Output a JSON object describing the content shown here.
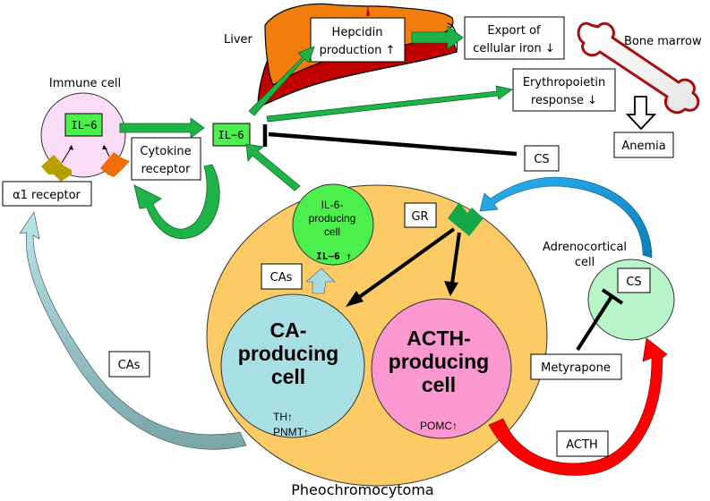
{
  "labels": {
    "liver": "Liver",
    "immune_cell": "Immune cell",
    "bone_marrow": "Bone marrow",
    "adrenocortical_cell_line1": "Adrenocortical",
    "adrenocortical_cell_line2": "cell",
    "pheochromocytoma": "Pheochromocytoma"
  },
  "boxes": {
    "hepcidin_line1": "Hepcidin",
    "hepcidin_line2": "production ↑",
    "export_line1": "Export of",
    "export_line2": "cellular iron ↓",
    "erythropoietin_line1": "Erythropoietin",
    "erythropoietin_line2": "response ↓",
    "anemia": "Anemia",
    "cs_top": "CS",
    "il6_immune": "IL−6",
    "il6_center": "IL−6",
    "cytokine_line1": "Cytokine",
    "cytokine_line2": "receptor",
    "alpha1_receptor": "α1 receptor",
    "gr": "GR",
    "cas_inner": "CAs",
    "cas_outer": "CAs",
    "cs_adreno": "CS",
    "metyrapone": "Metyrapone",
    "acth": "ACTH"
  },
  "cells": {
    "il6_producing_line1": "IL-6-",
    "il6_producing_line2": "producing",
    "il6_producing_line3": "cell",
    "il6_producing_marker": "IL−6 ↑",
    "ca_line1": "CA-",
    "ca_line2": "producing",
    "ca_line3": "cell",
    "ca_marker1": "TH↑",
    "ca_marker2": "PNMT↑",
    "acth_line1": "ACTH-",
    "acth_line2": "producing",
    "acth_line3": "cell",
    "acth_marker": "POMC↑"
  },
  "colors": {
    "green_arrow": "#1db346",
    "dark_green": "#0e8a36",
    "il6_box": "#4cf04c",
    "immune_cell": "#fbdcf7",
    "tumor": "#fccb66",
    "ca_cell": "#a7dfe3",
    "acth_cell": "#fb98cf",
    "il6_cell": "#4cf04c",
    "adreno_cell": "#b8f5c8",
    "liver_orange": "#f07d0e",
    "liver_red": "#c00000",
    "acth_arrow": "#ff0000",
    "cs_arrow": "#1f9fd8",
    "cas_arrow": "#a8d8e0",
    "alpha1_receptor": "#b5a000",
    "cytokine_receptor": "#ef6e08",
    "gr_receptor": "#12a84a"
  }
}
